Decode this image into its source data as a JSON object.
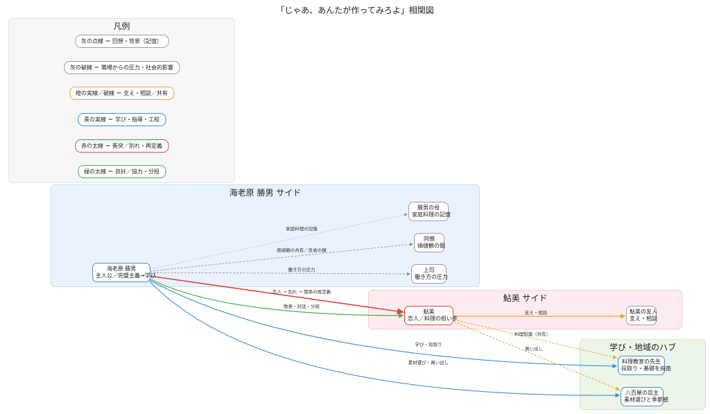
{
  "title": "「じゃあ、あんたが作ってみろよ」相関図",
  "legend": {
    "title": "凡例",
    "items": [
      {
        "text": "灰の点線 ＝ 回想・背景（記憶）",
        "color": "#9e9e9e"
      },
      {
        "text": "灰の破線 ＝ 職場からの圧力・社会的影響",
        "color": "#9e9e9e"
      },
      {
        "text": "橙の実線／破線 ＝ 支え・相談／共有",
        "color": "#f5a623"
      },
      {
        "text": "青の実線 ＝ 学び・指導・工程",
        "color": "#3b8fd4"
      },
      {
        "text": "赤の太線 ＝ 衝突／別れ・再定義",
        "color": "#e0443a"
      },
      {
        "text": "緑の太線 ＝ 良好／協力・分担",
        "color": "#4caf50"
      }
    ]
  },
  "groups": {
    "ebihara": "海老原 勝男 サイド",
    "ayumi": "鮎美 サイド",
    "hub": "学び・地域のハブ"
  },
  "nodes": {
    "katsuo": {
      "name": "海老原 勝男",
      "desc": "主人公／完璧主義→学び"
    },
    "mother": {
      "name": "勝男の母",
      "desc": "家庭料理の記憶"
    },
    "colleague": {
      "name": "同僚",
      "desc": "価値観の鏡"
    },
    "boss": {
      "name": "上司",
      "desc": "働き方の圧力"
    },
    "ayumi": {
      "name": "鮎美",
      "desc": "恋人／料理の担い手"
    },
    "friend": {
      "name": "鮎美の友人",
      "desc": "支え・相談"
    },
    "teacher": {
      "name": "料理教室の先生",
      "desc": "段取り・基礎を指南"
    },
    "grocer": {
      "name": "八百屋の店主",
      "desc": "素材選びと季節感"
    }
  },
  "edges": {
    "mother": "家庭料理の記憶",
    "colleague": "価値観の共有／反省の鏡",
    "boss": "働き方の圧力",
    "conflict": "恋人 → 別れ → 関係の再定義",
    "cooperate": "敬意・対話・分担",
    "friend": "支え・相談",
    "shared": "料理知識（共有）",
    "shopping": "買い出し",
    "learn": "学び・段取り",
    "ingredients": "素材選び・買い出し"
  },
  "colors": {
    "gray": "#9e9e9e",
    "orange": "#f5a623",
    "blue": "#3b8fd4",
    "red": "#e0443a",
    "green": "#4caf50"
  }
}
